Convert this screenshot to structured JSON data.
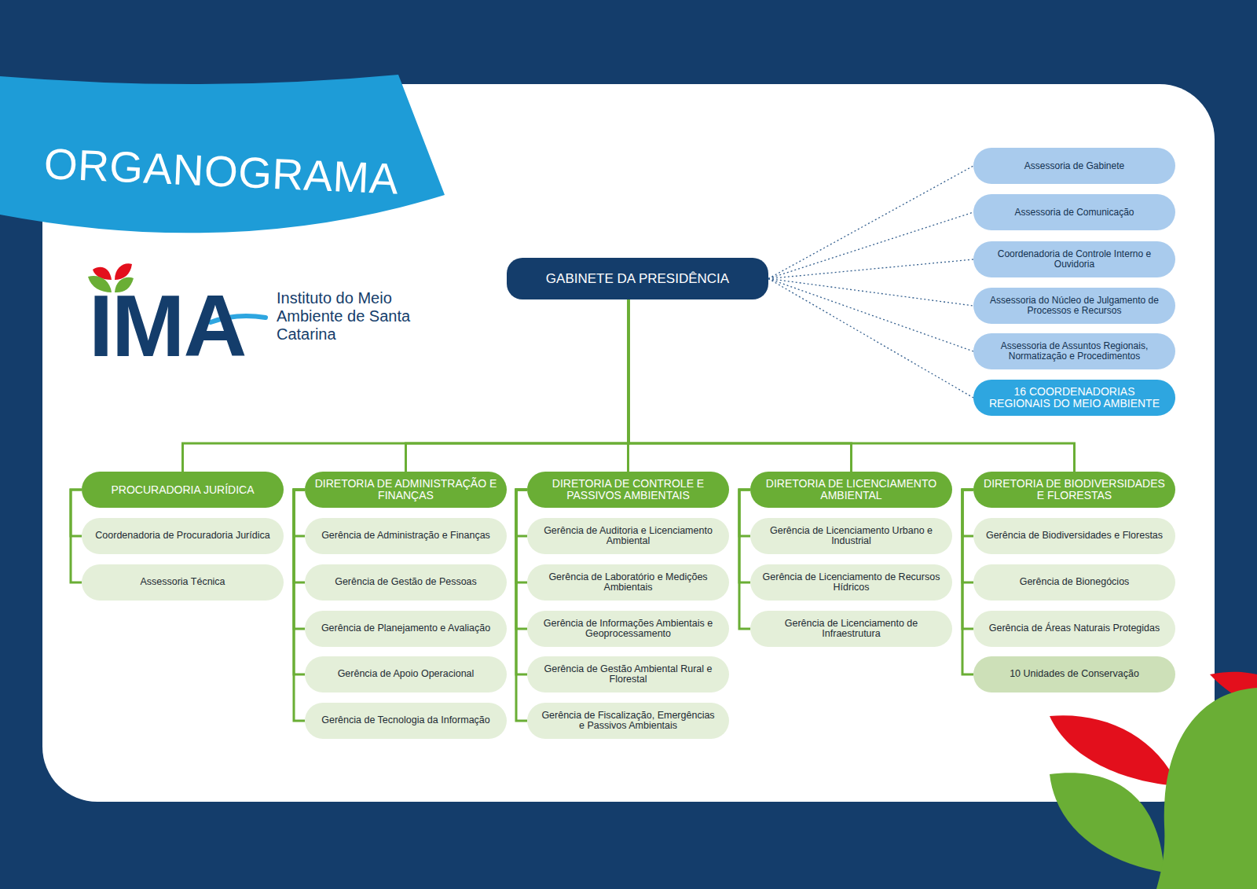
{
  "diagram": {
    "title": "ORGANOGRAMA",
    "nodes": [
      {
        "text": [
          "GABINETE DA PRESIDÊNCIA"
        ]
      },
      {
        "text": [
          "Assessoria de Gabinete"
        ]
      },
      {
        "text": [
          "Assessoria de Comunicação"
        ]
      },
      {
        "text": [
          "Coordenadoria de Controle Interno e Ouvidoria"
        ]
      },
      {
        "text": [
          "Assessoria do Núcleo de Julgamento de Processos e Recursos"
        ]
      },
      {
        "text": [
          "Assessoria de Assuntos Regionais, Normatização e Procedimentos"
        ]
      },
      {
        "text": [
          "16 COORDENADORIAS REGIONAIS DO MEIO AMBIENTE"
        ]
      },
      {
        "text": [
          "PROCURADORIA JURÍDICA"
        ]
      },
      {
        "text": [
          "Coordenadoria de Procuradoria Jurídica"
        ]
      },
      {
        "text": [
          "Assessoria Técnica"
        ]
      },
      {
        "text": [
          "DIRETORIA DE ADMINISTRAÇÃO E FINANÇAS"
        ]
      },
      {
        "text": [
          "Gerência de Administração e Finanças"
        ]
      },
      {
        "text": [
          "Gerência de Gestão de Pessoas"
        ]
      },
      {
        "text": [
          "Gerência de Planejamento e Avaliação"
        ]
      },
      {
        "text": [
          "Gerência de Apoio Operacional"
        ]
      },
      {
        "text": [
          "Gerência de Tecnologia da Informação"
        ]
      },
      {
        "text": [
          "DIRETORIA DE CONTROLE E PASSIVOS AMBIENTAIS"
        ]
      },
      {
        "text": [
          "Gerência de Auditoria e Licenciamento Ambiental"
        ]
      },
      {
        "text": [
          "Gerência de Laboratório e Medições Ambientais"
        ]
      },
      {
        "text": [
          "Gerência de Informações Ambientais e Geoprocessamento"
        ]
      },
      {
        "text": [
          "Gerência de Gestão Ambiental Rural e Florestal"
        ]
      },
      {
        "text": [
          "Gerência de Fiscalização, Emergências e Passivos Ambientais"
        ]
      },
      {
        "text": [
          "DIRETORIA DE LICENCIAMENTO AMBIENTAL"
        ]
      },
      {
        "text": [
          "Gerência de Licenciamento Urbano e Industrial"
        ]
      },
      {
        "text": [
          "Gerência de Licenciamento de Recursos Hídricos"
        ]
      },
      {
        "text": [
          "Gerência de Licenciamento de Infraestrutura"
        ]
      },
      {
        "text": [
          "DIRETORIA DE BIODIVERSIDADES E FLORESTAS"
        ]
      },
      {
        "text": [
          "Gerência de Biodiversidades e Florestas"
        ]
      },
      {
        "text": [
          "Gerência de Bionegócios"
        ]
      },
      {
        "text": [
          "Gerência de Áreas Naturais Protegidas"
        ]
      },
      {
        "text": [
          "10 Unidades de Conservação"
        ]
      }
    ],
    "edges": [
      {
        "from": 0,
        "to": 1,
        "arrow": "none"
      },
      {
        "from": 0,
        "to": 2,
        "arrow": "none"
      },
      {
        "from": 0,
        "to": 3,
        "arrow": "none"
      },
      {
        "from": 0,
        "to": 4,
        "arrow": "none"
      },
      {
        "from": 0,
        "to": 5,
        "arrow": "none"
      },
      {
        "from": 0,
        "to": 6,
        "arrow": "none"
      },
      {
        "from": 0,
        "to": 7,
        "arrow": "none"
      },
      {
        "from": 0,
        "to": 10,
        "arrow": "none"
      },
      {
        "from": 0,
        "to": 16,
        "arrow": "none"
      },
      {
        "from": 0,
        "to": 22,
        "arrow": "none"
      },
      {
        "from": 0,
        "to": 26,
        "arrow": "none"
      },
      {
        "from": 7,
        "to": 8,
        "arrow": "none"
      },
      {
        "from": 7,
        "to": 9,
        "arrow": "none"
      },
      {
        "from": 10,
        "to": 11,
        "arrow": "none"
      },
      {
        "from": 10,
        "to": 12,
        "arrow": "none"
      },
      {
        "from": 10,
        "to": 13,
        "arrow": "none"
      },
      {
        "from": 10,
        "to": 14,
        "arrow": "none"
      },
      {
        "from": 10,
        "to": 15,
        "arrow": "none"
      },
      {
        "from": 16,
        "to": 17,
        "arrow": "none"
      },
      {
        "from": 16,
        "to": 18,
        "arrow": "none"
      },
      {
        "from": 16,
        "to": 19,
        "arrow": "none"
      },
      {
        "from": 16,
        "to": 20,
        "arrow": "none"
      },
      {
        "from": 16,
        "to": 21,
        "arrow": "none"
      },
      {
        "from": 22,
        "to": 23,
        "arrow": "none"
      },
      {
        "from": 22,
        "to": 24,
        "arrow": "none"
      },
      {
        "from": 22,
        "to": 25,
        "arrow": "none"
      },
      {
        "from": 26,
        "to": 27,
        "arrow": "none"
      },
      {
        "from": 26,
        "to": 28,
        "arrow": "none"
      },
      {
        "from": 26,
        "to": 29,
        "arrow": "none"
      },
      {
        "from": 26,
        "to": 30,
        "arrow": "none"
      }
    ],
    "labels": [
      "IMA",
      "Instituto do Meio Ambiente de Santa Catarina"
    ]
  }
}
